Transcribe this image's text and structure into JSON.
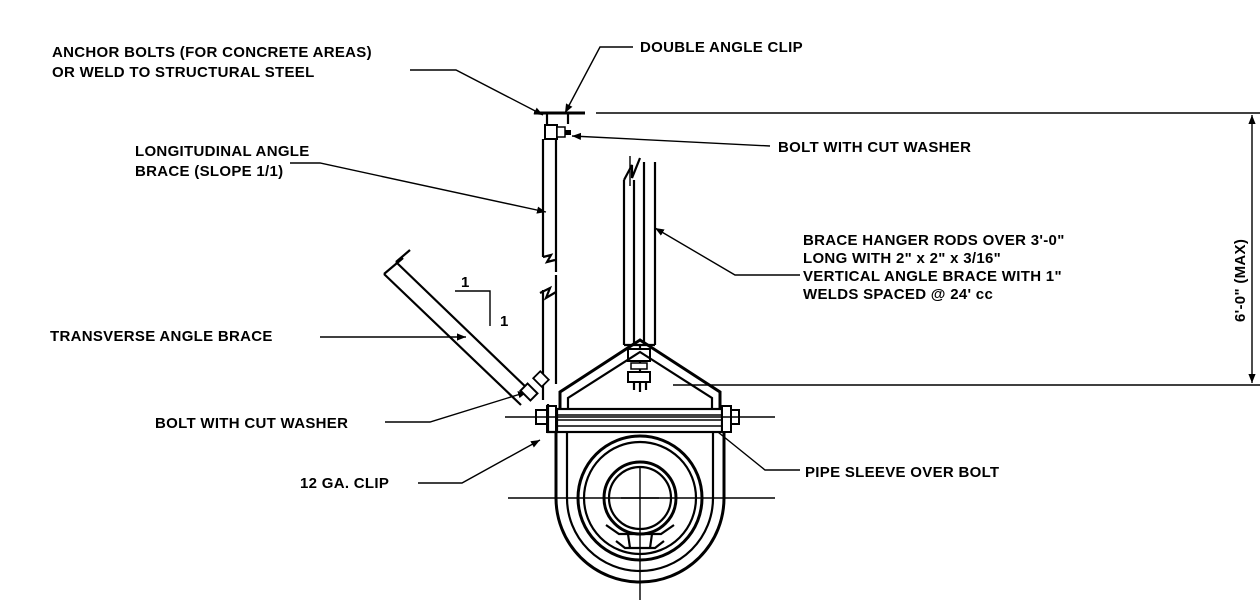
{
  "labels": {
    "anchor_bolts_line1": "ANCHOR BOLTS (FOR CONCRETE AREAS)",
    "anchor_bolts_line2": "OR WELD TO STRUCTURAL STEEL",
    "double_angle_clip": "DOUBLE ANGLE CLIP",
    "longitudinal_line1": "LONGITUDINAL ANGLE",
    "longitudinal_line2": "BRACE (SLOPE 1/1)",
    "bolt_top": "BOLT WITH CUT WASHER",
    "brace_line1": "BRACE HANGER RODS OVER 3'-0\"",
    "brace_line2": "LONG WITH 2\" x 2\" x 3/16\"",
    "brace_line3": "VERTICAL ANGLE BRACE WITH 1\"",
    "brace_line4": "WELDS SPACED @ 24' cc",
    "transverse": "TRANSVERSE ANGLE BRACE",
    "bolt_bottom": "BOLT WITH CUT WASHER",
    "clip_12ga": "12 GA. CLIP",
    "pipe_sleeve": "PIPE SLEEVE OVER BOLT",
    "slope_run": "1",
    "slope_rise": "1",
    "dimension": "6'-0\" (MAX)"
  }
}
